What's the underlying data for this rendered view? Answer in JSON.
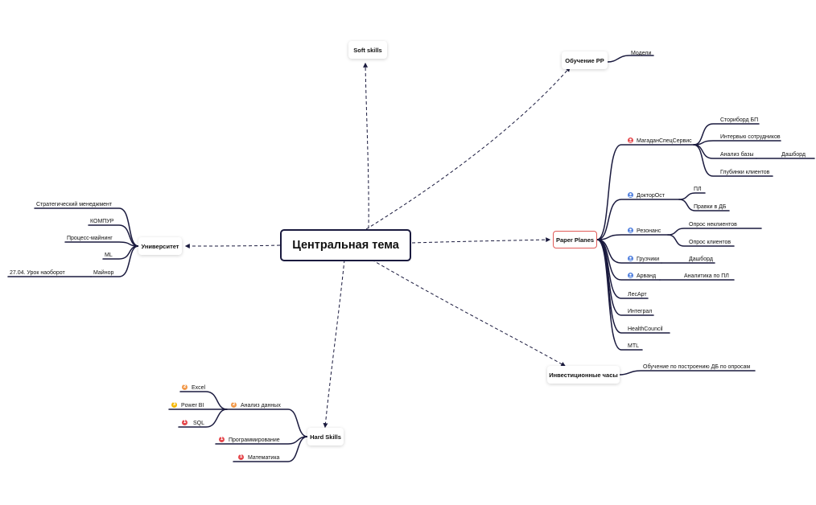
{
  "central": "Центральная тема",
  "topics": {
    "soft_skills": "Soft skills",
    "obuchenie_pp": "Обучение PP",
    "universitet": "Университет",
    "paper_planes": "Paper Planes",
    "invest_chasy": "Инвестиционные часы",
    "hard_skills": "Hard Skills"
  },
  "obuchenie_pp_children": [
    "Модели"
  ],
  "universitet_children": [
    "Стратегический менеджмент",
    "КОМПУР",
    "Процесс-майнинг",
    "ML",
    "Майнор"
  ],
  "mainor_child": "27.04. Урок наоборот",
  "paper_planes_children": {
    "magadan": {
      "label": "МагаданСпецСервис",
      "children": [
        "Сториборд БП",
        "Интервью сотрудников",
        "Анализ базы",
        "Глубинки клиентов"
      ],
      "analiz_child": "Дашборд"
    },
    "doktorost": {
      "label": "ДокторОст",
      "children": [
        "ПЛ",
        "Правки в ДБ"
      ]
    },
    "rezonans": {
      "label": "Резонанс",
      "children": [
        "Опрос неклиентов",
        "Опрос клиентов"
      ]
    },
    "gruzchiki": {
      "label": "Грузчики",
      "children": [
        "Дашборд"
      ]
    },
    "arvand": {
      "label": "Арванд",
      "children": [
        "Аналитика по ПЛ"
      ]
    },
    "others": [
      "ЛесАрт",
      "Интеграл",
      "HealthCouncil",
      "MTL"
    ]
  },
  "invest_children": [
    "Обучение по построению ДБ по опросам"
  ],
  "hard_skills_children": {
    "analiz_dannyh": {
      "label": "Анализ данных",
      "priority": "2",
      "children": [
        {
          "label": "Excel",
          "priority": "2"
        },
        {
          "label": "Power BI",
          "priority": "3"
        },
        {
          "label": "SQL",
          "priority": "1"
        }
      ]
    },
    "programmirovanie": {
      "label": "Программирование",
      "priority": "1"
    },
    "matematika": {
      "label": "Математика",
      "priority": "1"
    }
  },
  "colors": {
    "line": "#1a1a3e",
    "central_border": "#1a1a3e",
    "paper_planes_border": "#e05a57",
    "badge_red": "#e5484d",
    "badge_orange": "#f2994a",
    "badge_yellow": "#f5b700",
    "badge_blue": "#4f7fde"
  },
  "icons": {
    "priority": "priority-badge",
    "person": "person-icon"
  }
}
